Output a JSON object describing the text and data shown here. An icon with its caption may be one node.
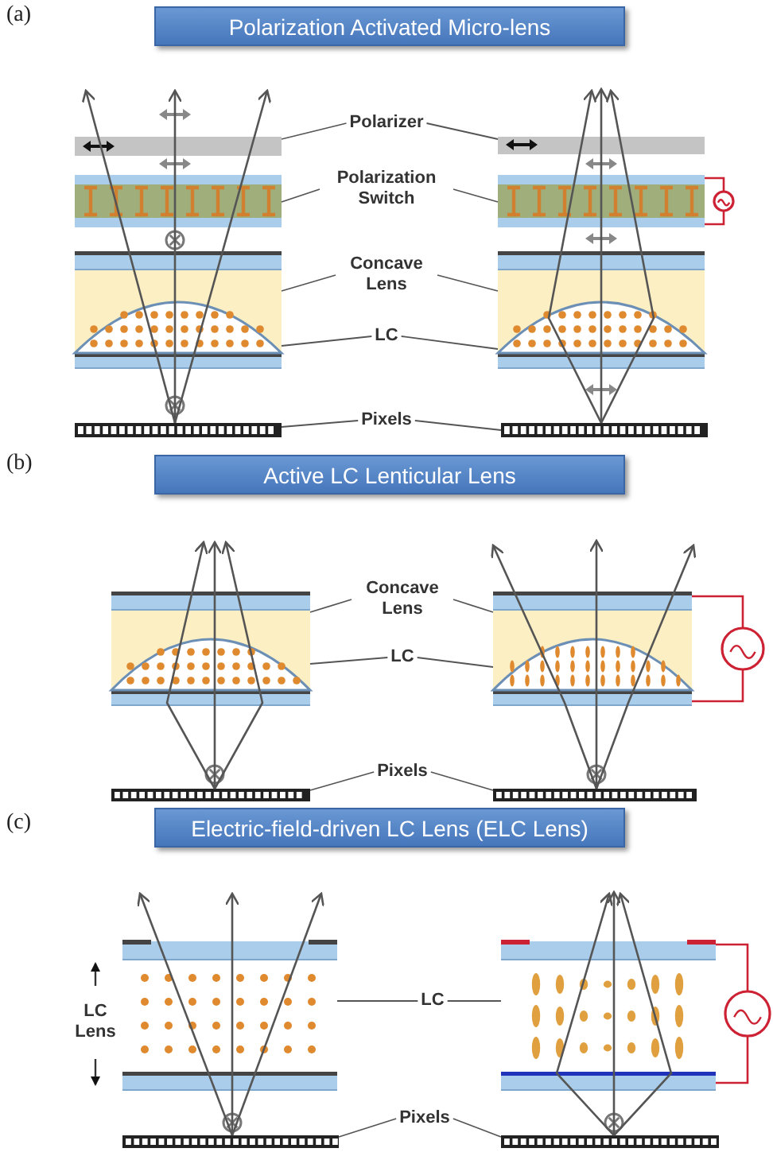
{
  "diagram": {
    "nodes": [
      {
        "text": [
          "Polarization Activated Micro-lens"
        ]
      },
      {
        "text": [
          "Polarizer"
        ]
      },
      {
        "text": [
          "Polarization Switch"
        ]
      },
      {
        "text": [
          "Concave Lens"
        ]
      },
      {
        "text": [
          "LC"
        ]
      },
      {
        "text": [
          "Pixels"
        ]
      },
      {
        "text": [],
        "shape": "bar"
      },
      {
        "text": [],
        "shape": "bar"
      },
      {
        "text": [],
        "shape": "box"
      },
      {
        "text": [],
        "shape": "box"
      },
      {
        "text": [],
        "shape": "box"
      },
      {
        "text": [],
        "shape": "box"
      },
      {
        "text": [],
        "shape": "lens",
        "in": 10
      },
      {
        "text": [],
        "shape": "lens",
        "in": 11
      },
      {
        "text": [],
        "shape": "bar"
      },
      {
        "text": [],
        "shape": "bar"
      },
      {
        "text": [
          "Active LC Lenticular Lens"
        ]
      },
      {
        "text": [
          "Concave Lens"
        ]
      },
      {
        "text": [
          "LC"
        ]
      },
      {
        "text": [
          "Pixels"
        ]
      },
      {
        "text": [],
        "shape": "box"
      },
      {
        "text": [],
        "shape": "box"
      },
      {
        "text": [],
        "shape": "lens",
        "in": 20
      },
      {
        "text": [],
        "shape": "lens",
        "in": 21
      },
      {
        "text": [],
        "shape": "bar"
      },
      {
        "text": [],
        "shape": "bar"
      },
      {
        "text": [
          "Electric-field-driven LC Lens (ELC Lens)"
        ]
      },
      {
        "text": [
          "LC"
        ]
      },
      {
        "text": [
          "Pixels"
        ]
      },
      {
        "text": [],
        "shape": "box",
        "beside": [
          "LC Lens"
        ]
      },
      {
        "text": [],
        "shape": "box"
      },
      {
        "text": [],
        "shape": "bar"
      },
      {
        "text": [],
        "shape": "bar"
      },
      {
        "text": [],
        "shape": "bar",
        "in": 10
      },
      {
        "text": [],
        "shape": "bar",
        "in": 11
      },
      {
        "text": [],
        "shape": "bar",
        "in": 20
      },
      {
        "text": [],
        "shape": "bar",
        "in": 21
      }
    ],
    "edges": [
      {
        "from": 1,
        "to": 6,
        "arrow": "none"
      },
      {
        "from": 1,
        "to": 7,
        "arrow": "none"
      },
      {
        "from": 2,
        "to": 8,
        "arrow": "none"
      },
      {
        "from": 2,
        "to": 9,
        "arrow": "none"
      },
      {
        "from": 3,
        "to": 10,
        "arrow": "none"
      },
      {
        "from": 3,
        "to": 11,
        "arrow": "none"
      },
      {
        "from": 4,
        "to": 12,
        "arrow": "none"
      },
      {
        "from": 4,
        "to": 13,
        "arrow": "none"
      },
      {
        "from": 5,
        "to": 14,
        "arrow": "none"
      },
      {
        "from": 5,
        "to": 15,
        "arrow": "none"
      },
      {
        "from": 14,
        "to": null,
        "arrow": "to"
      },
      {
        "from": 14,
        "to": null,
        "arrow": "to"
      },
      {
        "from": 14,
        "to": null,
        "arrow": "to"
      },
      {
        "from": 15,
        "to": null,
        "arrow": "to"
      },
      {
        "from": 15,
        "to": null,
        "arrow": "to"
      },
      {
        "from": 15,
        "to": null,
        "arrow": "to"
      },
      {
        "from": 17,
        "to": 20,
        "arrow": "none"
      },
      {
        "from": 17,
        "to": 21,
        "arrow": "none"
      },
      {
        "from": 18,
        "to": 22,
        "arrow": "none"
      },
      {
        "from": 18,
        "to": 23,
        "arrow": "none"
      },
      {
        "from": 19,
        "to": 24,
        "arrow": "none"
      },
      {
        "from": 19,
        "to": 25,
        "arrow": "none"
      },
      {
        "from": 24,
        "to": null,
        "arrow": "to"
      },
      {
        "from": 24,
        "to": null,
        "arrow": "to"
      },
      {
        "from": 24,
        "to": null,
        "arrow": "to"
      },
      {
        "from": 25,
        "to": null,
        "arrow": "to"
      },
      {
        "from": 25,
        "to": null,
        "arrow": "to"
      },
      {
        "from": 25,
        "to": null,
        "arrow": "to"
      },
      {
        "from": 27,
        "to": 29,
        "arrow": "none"
      },
      {
        "from": 27,
        "to": 30,
        "arrow": "none"
      },
      {
        "from": 28,
        "to": 31,
        "arrow": "none"
      },
      {
        "from": 28,
        "to": 32,
        "arrow": "none"
      },
      {
        "from": 31,
        "to": null,
        "arrow": "to"
      },
      {
        "from": 31,
        "to": null,
        "arrow": "to"
      },
      {
        "from": 31,
        "to": null,
        "arrow": "to"
      },
      {
        "from": 32,
        "to": null,
        "arrow": "to"
      },
      {
        "from": 32,
        "to": null,
        "arrow": "to"
      },
      {
        "from": 32,
        "to": null,
        "arrow": "to"
      }
    ],
    "labels": [
      "(a)",
      "(b)",
      "(c)"
    ]
  }
}
